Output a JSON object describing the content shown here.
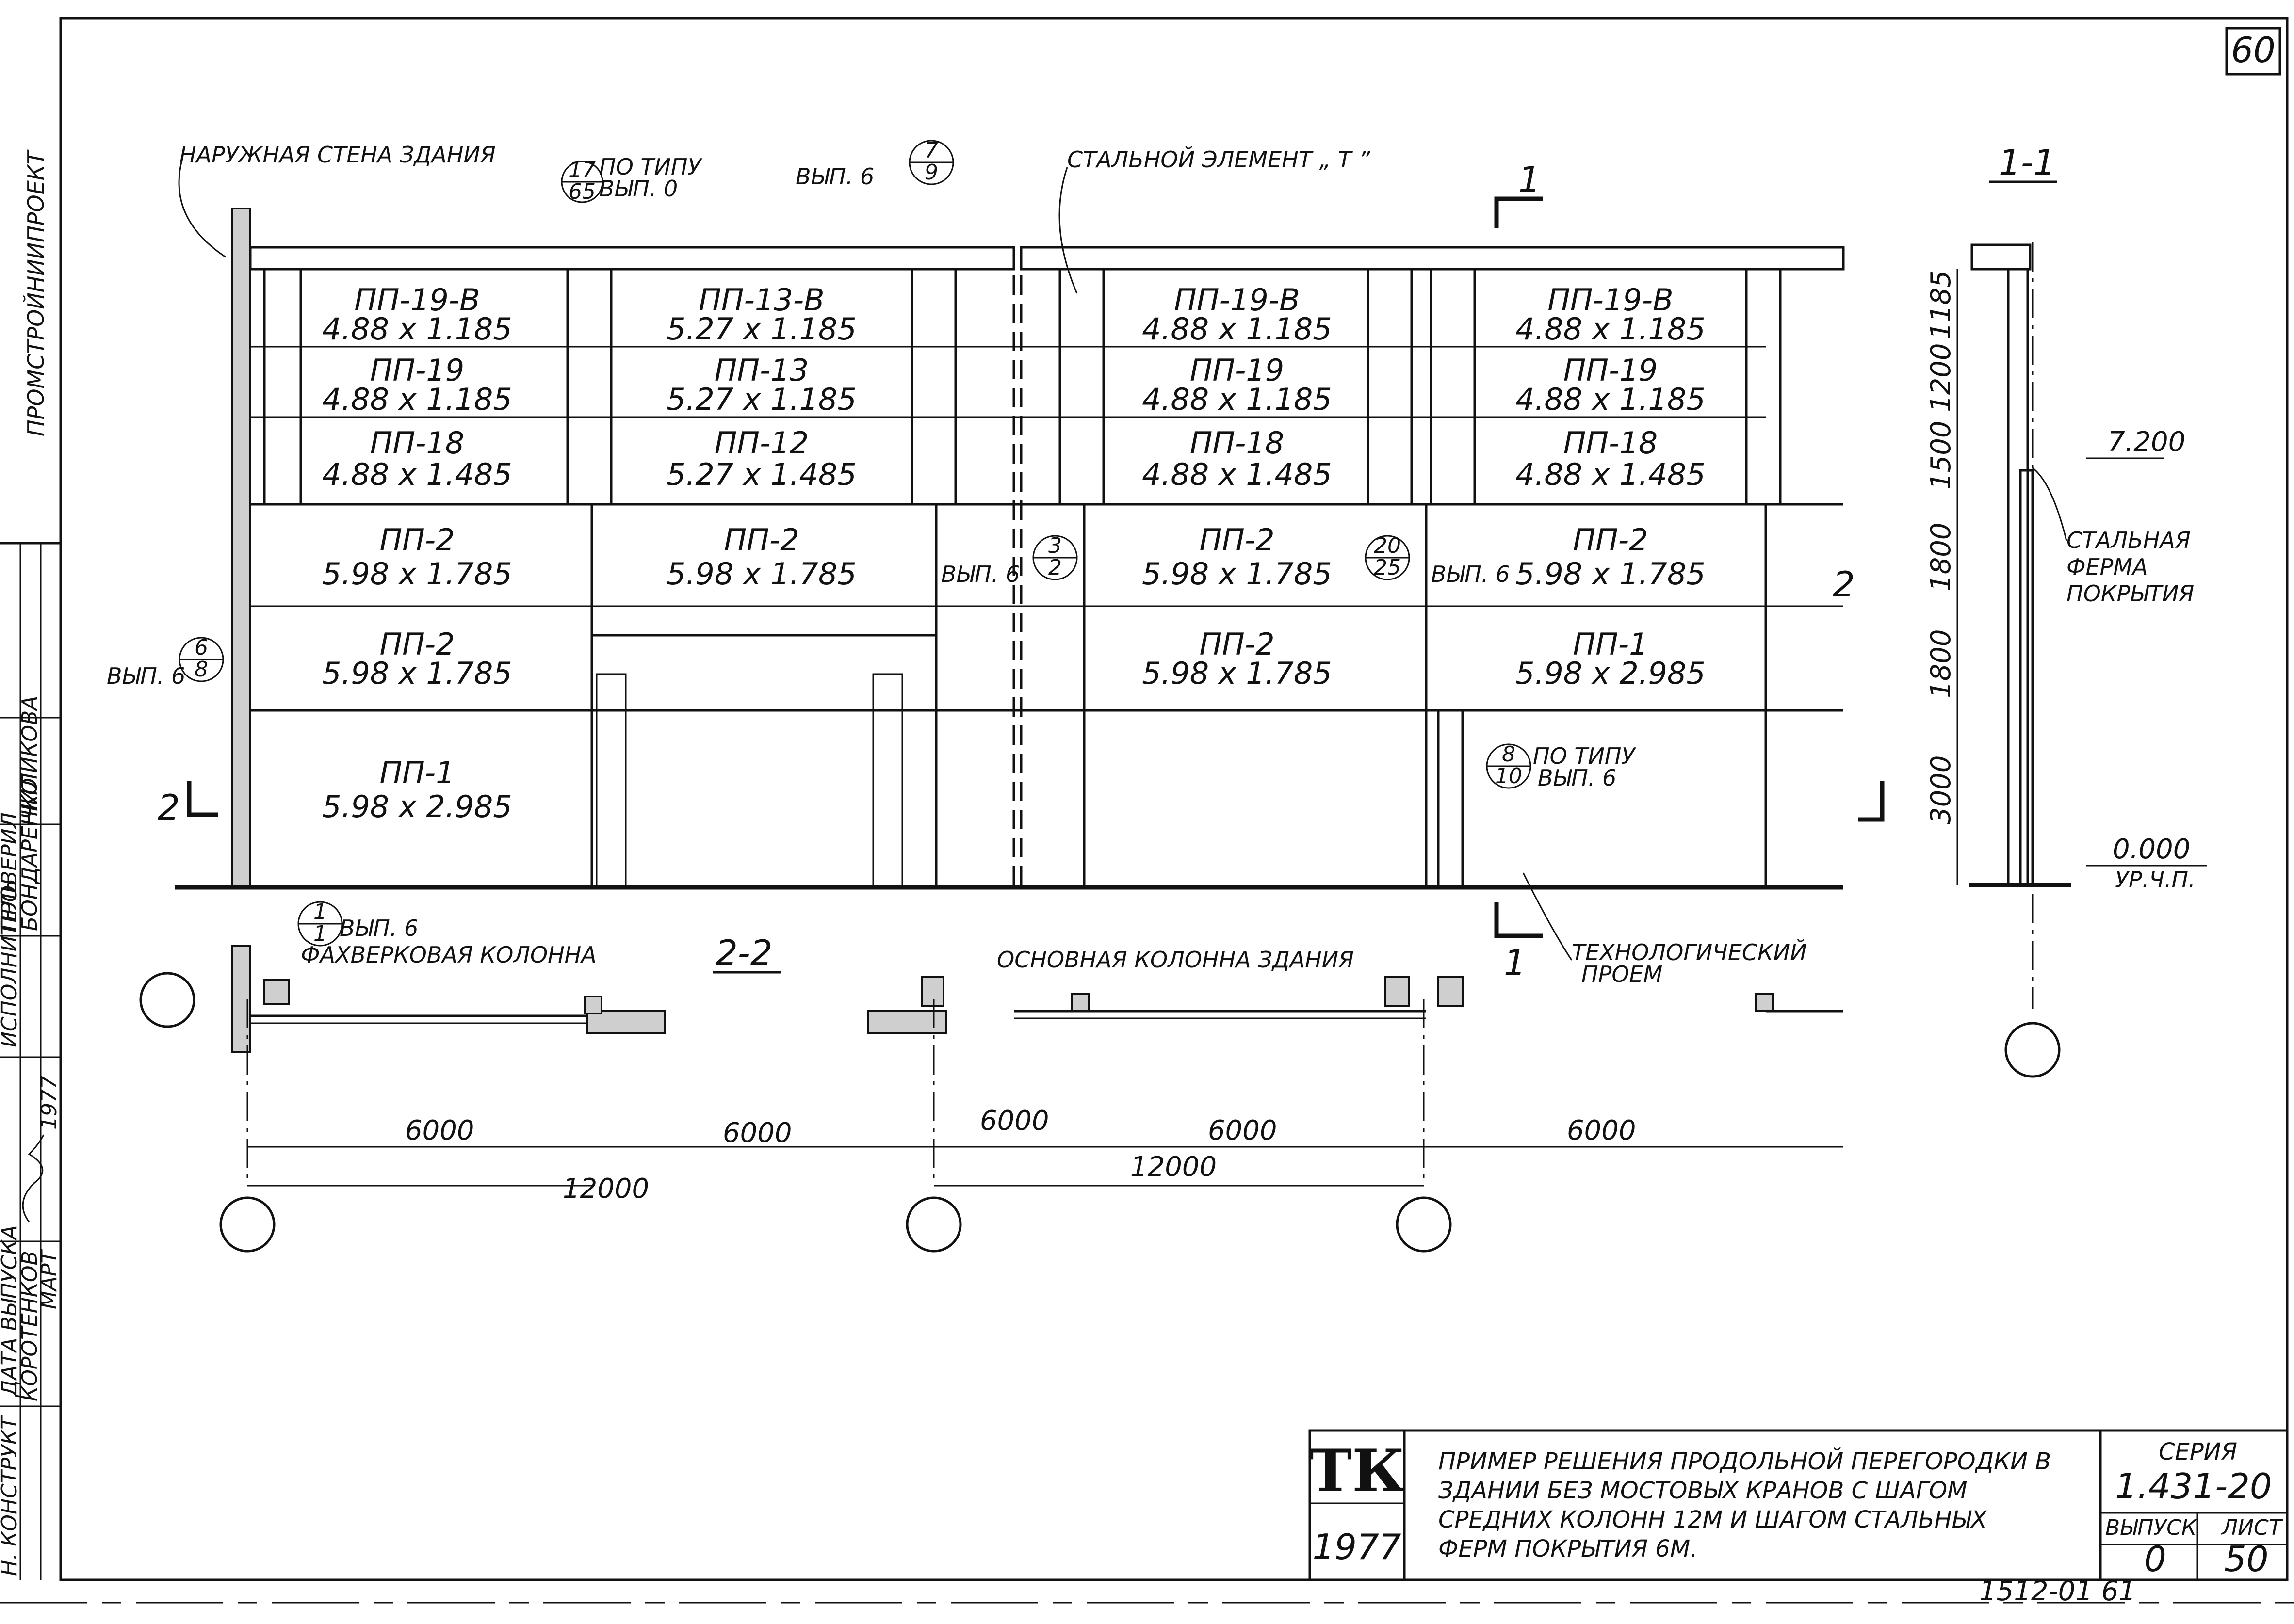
{
  "sheet": {
    "page_number": "60",
    "bottom_stamp_handwritten": "1512-01 61"
  },
  "left_margin": {
    "org_line1": "ПРОМСТРОЙНИИПРОЕКТ",
    "role_1": "Н. КОНСТРУКТ",
    "role_2": "ИСПОЛНИТЕЛЬ",
    "role_3": "ПРОВЕРИЛ",
    "role_4": "ДАТА ВЫПУСКА",
    "name_1": "КОРОТЕНКОВ",
    "name_2": "БОНДАРЕНКО",
    "name_3": "ЧИЛИКОВА",
    "date_1": "МАРТ",
    "date_2": "1977"
  },
  "main_elevation": {
    "panels": [
      {
        "name": "ПП-19-В",
        "size": "4.88 x 1.185"
      },
      {
        "name": "ПП-19",
        "size": "4.88 x 1.185"
      },
      {
        "name": "ПП-18",
        "size": "4.88 x 1.485"
      },
      {
        "name": "ПП-13-В",
        "size": "5.27 x 1.185"
      },
      {
        "name": "ПП-13",
        "size": "5.27 x 1.185"
      },
      {
        "name": "ПП-12",
        "size": "5.27 x 1.485"
      },
      {
        "name": "ПП-19-В",
        "size": "4.88 x 1.185"
      },
      {
        "name": "ПП-19",
        "size": "4.88 x 1.185"
      },
      {
        "name": "ПП-18",
        "size": "4.88 x 1.485"
      },
      {
        "name": "ПП-19-В",
        "size": "4.88 x 1.185"
      },
      {
        "name": "ПП-19",
        "size": "4.88 x 1.185"
      },
      {
        "name": "ПП-18",
        "size": "4.88 x 1.485"
      },
      {
        "name": "ПП-2",
        "size": "5.98 x 1.785"
      },
      {
        "name": "ПП-2",
        "size": "5.98 x 1.785"
      },
      {
        "name": "ПП-2",
        "size": "5.98 x 1.785"
      },
      {
        "name": "ПП-2",
        "size": "5.98 x 1.785"
      },
      {
        "name": "ПП-2",
        "size": "5.98 x 1.785"
      },
      {
        "name": "ПП-2",
        "size": "5.98 x 1.785"
      },
      {
        "name": "ПП-1",
        "size": "5.98 x 2.985"
      },
      {
        "name": "ПП-1",
        "size": "5.98 x 2.985"
      }
    ],
    "callouts": {
      "outer_wall": "НАРУЖНАЯ СТЕНА ЗДАНИЯ",
      "steel_element": "СТАЛЬНОЙ ЭЛЕМЕНТ „ Т ”",
      "po_tipu_1": "ПО ТИПУ",
      "vyp_0": "ВЫП. 0",
      "vyp_6": "ВЫП. 6",
      "po_tipu_2": "ПО ТИПУ",
      "tech_opening_1": "ТЕХНОЛОГИЧЕСКИЙ",
      "tech_opening_2": "ПРОЕМ",
      "fachwerk_column": "ФАХВЕРКОВАЯ КОЛОННА",
      "main_column": "ОСНОВНАЯ КОЛОННА ЗДАНИЯ"
    },
    "bubbles": [
      {
        "top": "17",
        "bottom": "65"
      },
      {
        "top": "7",
        "bottom": "9"
      },
      {
        "top": "3",
        "bottom": "2"
      },
      {
        "top": "20",
        "bottom": "25"
      },
      {
        "top": "6",
        "bottom": "8"
      },
      {
        "top": "8",
        "bottom": "10"
      },
      {
        "top": "1",
        "bottom": "1"
      }
    ],
    "section_marks": {
      "s1_top": "1",
      "s1_bottom": "1",
      "s2_left": "2",
      "s2_right": "2",
      "plan_title": "2-2",
      "section_title": "1-1"
    }
  },
  "section_1_1": {
    "dims": [
      "1185",
      "1200",
      "1500",
      "1800",
      "1800",
      "3000"
    ],
    "level_top": "7.200",
    "level_bottom": "0.000",
    "level_bottom_note": "УР.Ч.П.",
    "truss_note_1": "СТАЛЬНАЯ",
    "truss_note_2": "ФЕРМА",
    "truss_note_3": "ПОКРЫТИЯ"
  },
  "plan_2_2": {
    "dims": [
      "6000",
      "6000",
      "12000",
      "6000",
      "6000",
      "12000",
      "6000"
    ]
  },
  "title_block": {
    "logo": "ТК",
    "year": "1977",
    "description_1": "ПРИМЕР РЕШЕНИЯ ПРОДОЛЬНОЙ ПЕРЕГОРОДКИ В",
    "description_2": "ЗДАНИИ БЕЗ МОСТОВЫХ КРАНОВ С ШАГОМ",
    "description_3": "СРЕДНИХ КОЛОНН 12М И ШАГОМ СТАЛЬНЫХ",
    "description_4": "ФЕРМ ПОКРЫТИЯ 6М.",
    "series_label": "СЕРИЯ",
    "series_value": "1.431-20",
    "issue_label": "ВЫПУСК",
    "issue_value": "0",
    "sheet_label": "ЛИСТ",
    "sheet_value": "50"
  }
}
